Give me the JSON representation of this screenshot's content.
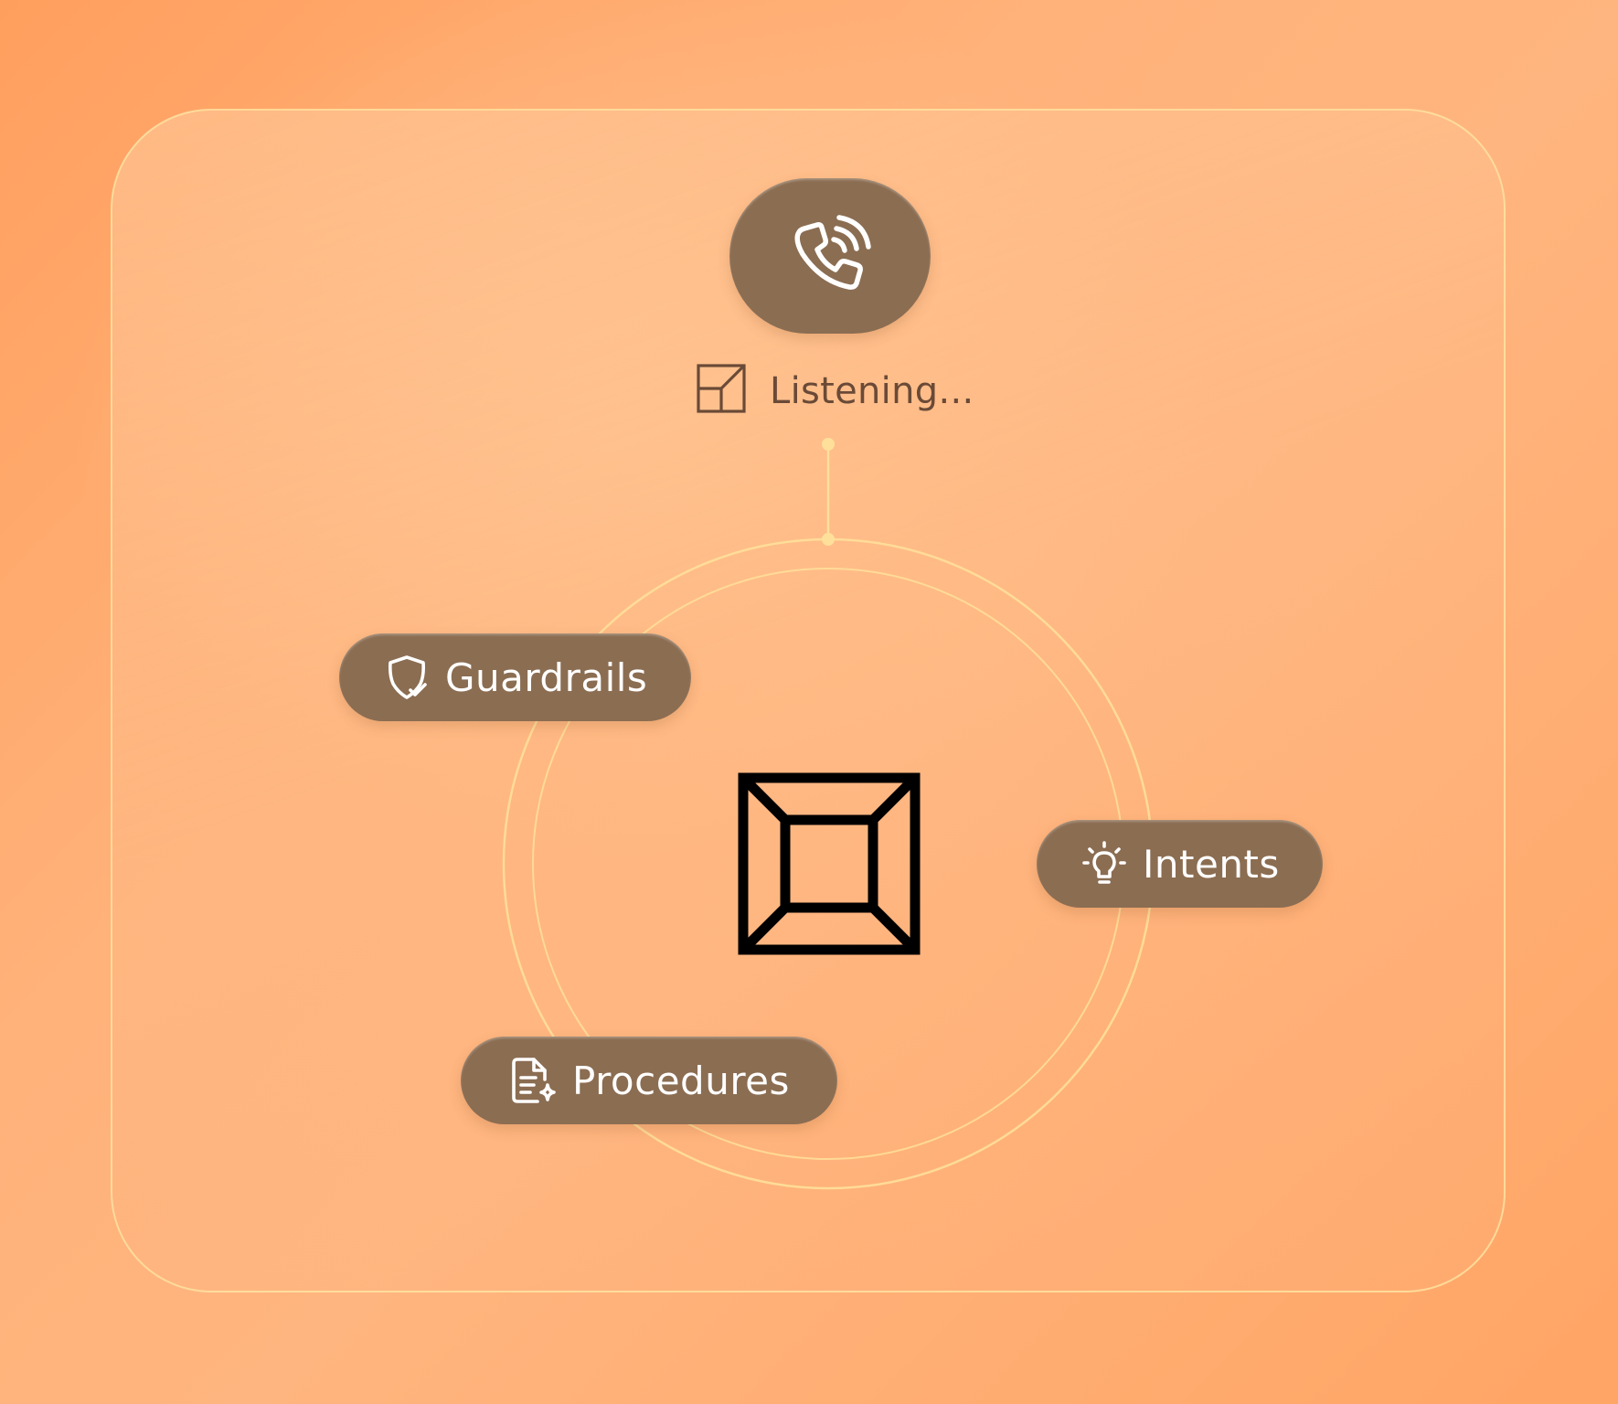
{
  "status": {
    "label": "Listening...",
    "icon": "layout-icon"
  },
  "call": {
    "icon": "phone-ringing-icon"
  },
  "nodes": [
    {
      "label": "Guardrails",
      "icon": "shield-check-icon"
    },
    {
      "label": "Intents",
      "icon": "lightbulb-icon"
    },
    {
      "label": "Procedures",
      "icon": "document-sparkle-icon"
    }
  ],
  "center": {
    "icon": "framed-square-logo-icon"
  },
  "colors": {
    "pill": "#8b6d52",
    "ring": "#ffe09a",
    "status_text": "#6a4a37",
    "background": "#ffa565"
  }
}
